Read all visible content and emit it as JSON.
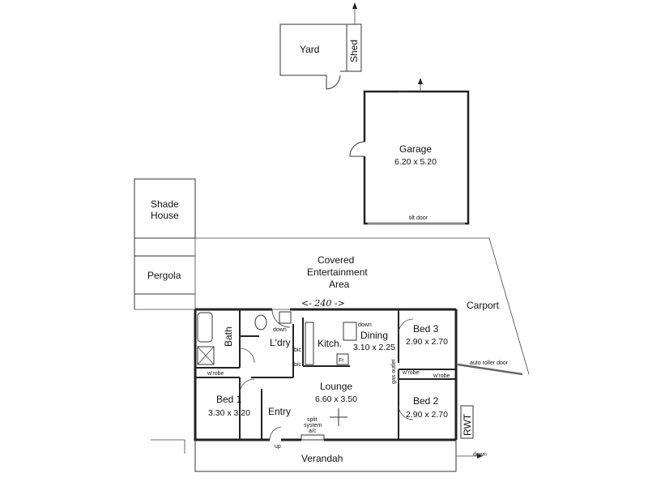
{
  "rooms": {
    "yard": "Yard",
    "shed": "Shed",
    "garage": "Garage",
    "garage_dim": "6.20 x 5.20",
    "tilt_door": "tilt door",
    "shade_house_1": "Shade",
    "shade_house_2": "House",
    "pergola": "Pergola",
    "covered_1": "Covered",
    "covered_2": "Entertainment",
    "covered_3": "Area",
    "carport": "Carport",
    "auto_roller_door": "auto roller door",
    "bath": "Bath",
    "laundry": "L'dry",
    "kitchen": "Kitch.",
    "dining": "Dining",
    "dining_dim": "3.10 x 2.25",
    "bed3": "Bed 3",
    "bed3_dim": "2.90 x 2.70",
    "bed2": "Bed 2",
    "bed2_dim": "2.90 x 2.70",
    "bed1": "Bed 1",
    "bed1_dim": "3.30 x 3.20",
    "lounge": "Lounge",
    "lounge_dim": "6.60 x 3.50",
    "entry": "Entry",
    "verandah": "Verandah",
    "rwt": "RWT"
  },
  "notes": {
    "wrobe": "w'robe",
    "down": "down",
    "up": "up",
    "bic": "bic",
    "fr": "Fr",
    "gas_outlet": "gas outlet",
    "split_1": "split",
    "split_2": "system",
    "split_3": "a/c",
    "handwritten": "<- 240 ->"
  }
}
